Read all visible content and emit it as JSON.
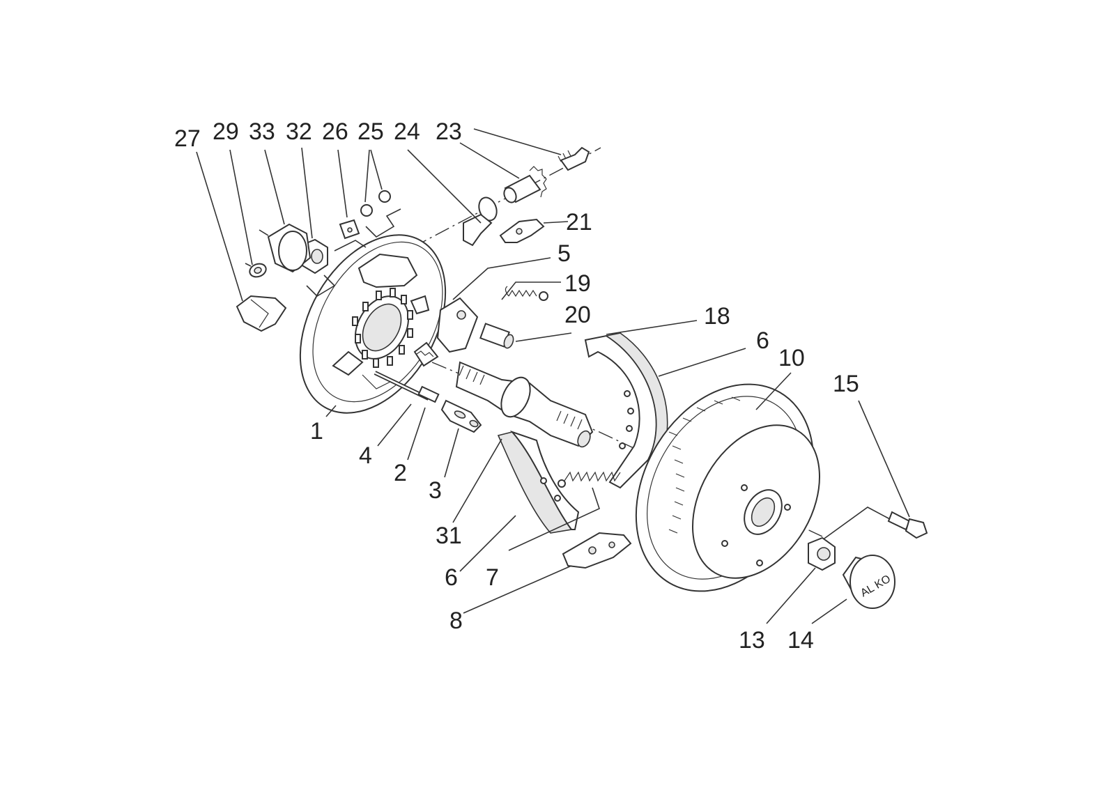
{
  "labels": {
    "p1": "1",
    "p2": "2",
    "p3": "3",
    "p4": "4",
    "p5": "5",
    "p6a": "6",
    "p6b": "6",
    "p7": "7",
    "p8": "8",
    "p10": "10",
    "p13": "13",
    "p14": "14",
    "p15": "15",
    "p18": "18",
    "p19": "19",
    "p20": "20",
    "p21": "21",
    "p23": "23",
    "p24": "24",
    "p25": "25",
    "p26": "26",
    "p27": "27",
    "p29": "29",
    "p31": "31",
    "p32": "32",
    "p33": "33"
  },
  "hubcap_text": "AL KO"
}
